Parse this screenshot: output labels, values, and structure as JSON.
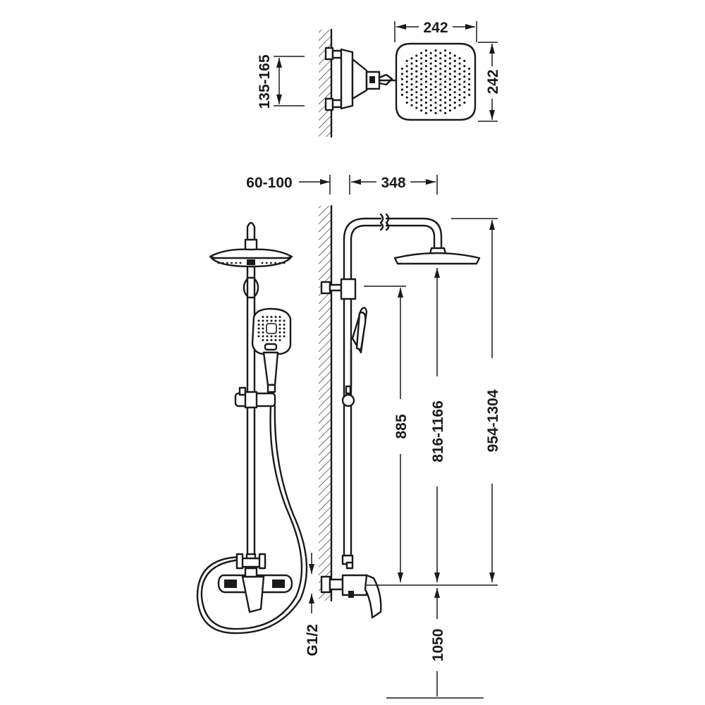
{
  "dimensions": {
    "head_width": "242",
    "head_depth": "242",
    "inlet_spacing": "135-165",
    "wall_offset": "60-100",
    "arm_length": "348",
    "handset_height": "885",
    "head_height_range": "816-1166",
    "total_height_range": "954-1304",
    "mixer_height": "1050",
    "thread": "G1/2"
  },
  "colors": {
    "line": "#1a1a1a",
    "background": "#ffffff"
  }
}
